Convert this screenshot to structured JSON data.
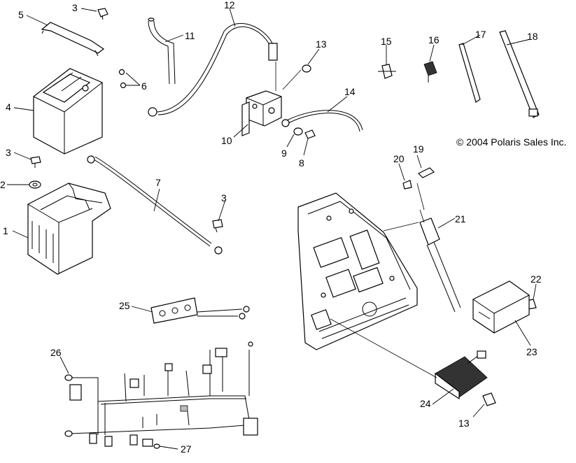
{
  "copyright": "© 2004 Polaris Sales Inc.",
  "callouts": [
    {
      "id": "c1",
      "text": "1"
    },
    {
      "id": "c2",
      "text": "2"
    },
    {
      "id": "c3a",
      "text": "3"
    },
    {
      "id": "c3b",
      "text": "3"
    },
    {
      "id": "c3c",
      "text": "3"
    },
    {
      "id": "c4",
      "text": "4"
    },
    {
      "id": "c5",
      "text": "5"
    },
    {
      "id": "c6",
      "text": "6"
    },
    {
      "id": "c7",
      "text": "7"
    },
    {
      "id": "c8",
      "text": "8"
    },
    {
      "id": "c9",
      "text": "9"
    },
    {
      "id": "c10",
      "text": "10"
    },
    {
      "id": "c11",
      "text": "11"
    },
    {
      "id": "c12",
      "text": "12"
    },
    {
      "id": "c13a",
      "text": "13"
    },
    {
      "id": "c13b",
      "text": "13"
    },
    {
      "id": "c14",
      "text": "14"
    },
    {
      "id": "c15",
      "text": "15"
    },
    {
      "id": "c16",
      "text": "16"
    },
    {
      "id": "c17",
      "text": "17"
    },
    {
      "id": "c18",
      "text": "18"
    },
    {
      "id": "c19",
      "text": "19"
    },
    {
      "id": "c20",
      "text": "20"
    },
    {
      "id": "c21",
      "text": "21"
    },
    {
      "id": "c22",
      "text": "22"
    },
    {
      "id": "c23",
      "text": "23"
    },
    {
      "id": "c24",
      "text": "24"
    },
    {
      "id": "c25",
      "text": "25"
    },
    {
      "id": "c26",
      "text": "26"
    },
    {
      "id": "c27",
      "text": "27"
    }
  ]
}
